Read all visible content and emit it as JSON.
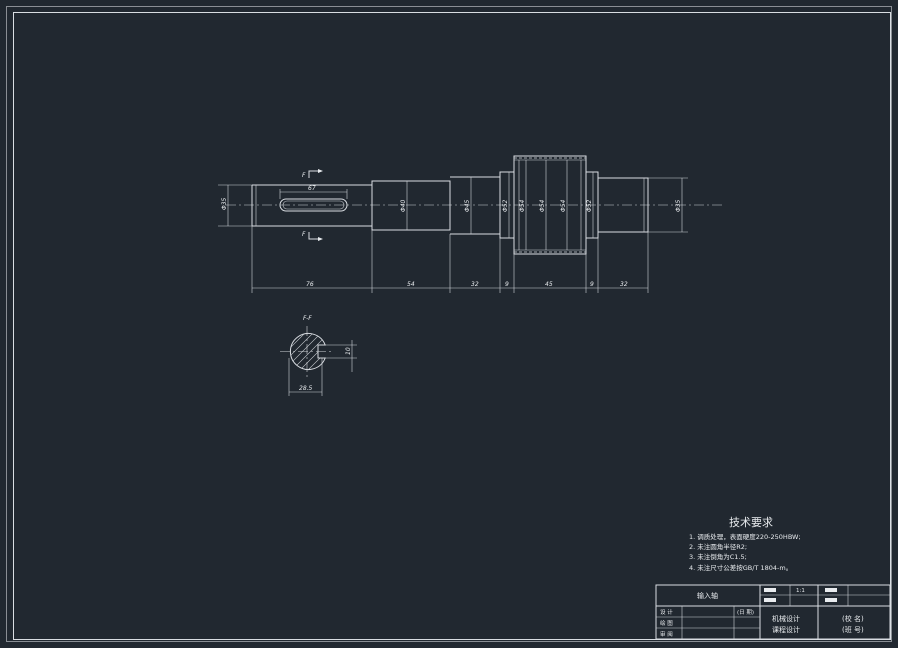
{
  "section": {
    "cut_marker_top": "F",
    "cut_marker_bottom": "F",
    "section_title": "F-F"
  },
  "dims": {
    "keyway_len": "67",
    "d1": "Φ35",
    "d2": "Φ40",
    "d3": "Φ45",
    "d4": "Φ52",
    "d5": "Φ54",
    "d6": "Φ54",
    "d7": "Φ52",
    "d8": "Φ35",
    "l1": "76",
    "l2": "54",
    "l3": "32",
    "l4": "9",
    "l5": "45",
    "l6": "9",
    "l7": "32",
    "sec_width": "10",
    "sec_depth": "28.5"
  },
  "tech": {
    "title": "技术要求",
    "items": [
      "1. 调质处理，表面硬度220-250HBW;",
      "2. 未注圆角半径R2;",
      "3. 未注倒角为C1.5;",
      "4. 未注尺寸公差按GB/T 1804-m。"
    ]
  },
  "titleblock": {
    "part_name": "输入轴",
    "scale": "1:1",
    "date_label": "(日 期)",
    "row_design": "设 计",
    "row_draw": "绘 图",
    "row_review": "审 阅",
    "course1": "机械设计",
    "course2": "课程设计",
    "school": "(校 名)",
    "class": "(班 号)"
  }
}
